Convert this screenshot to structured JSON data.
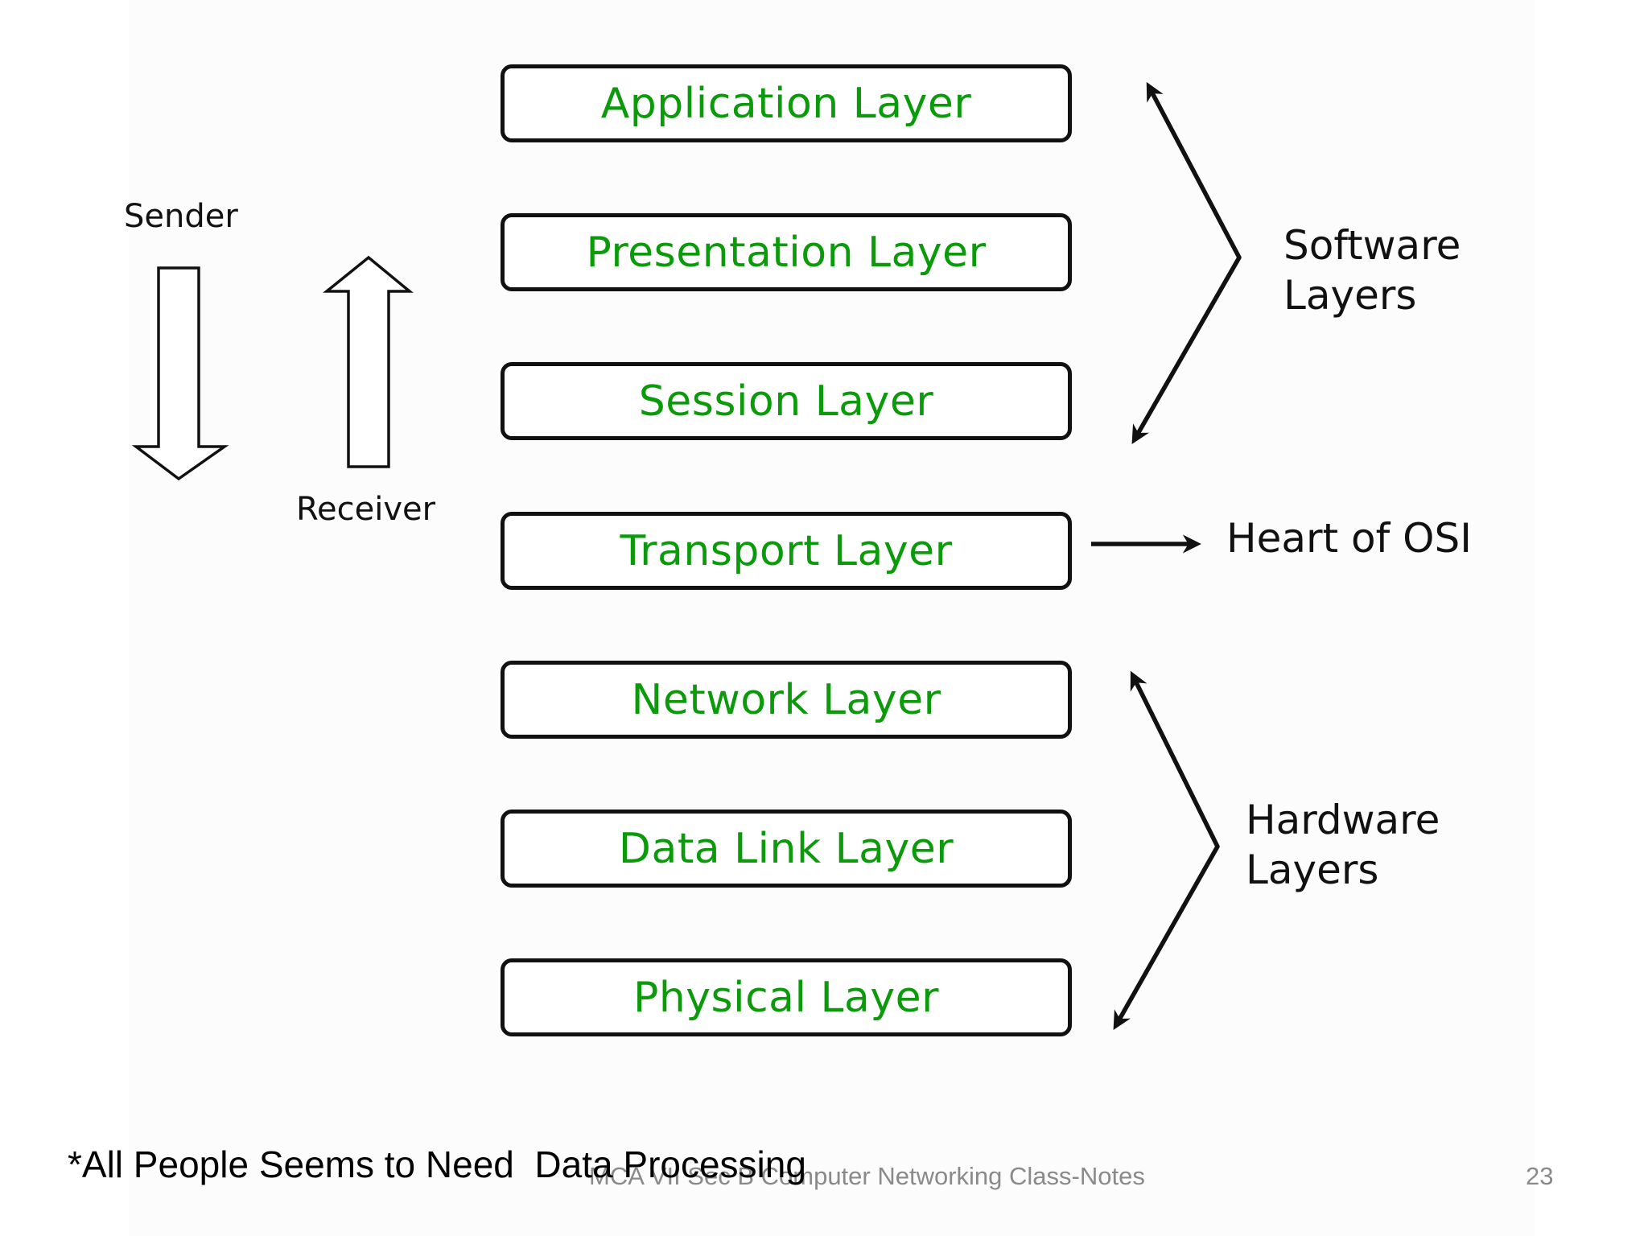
{
  "diagram": {
    "layers": [
      {
        "name": "Application Layer"
      },
      {
        "name": "Presentation Layer"
      },
      {
        "name": "Session Layer"
      },
      {
        "name": "Transport Layer"
      },
      {
        "name": "Network Layer"
      },
      {
        "name": "Data Link Layer"
      },
      {
        "name": "Physical Layer"
      }
    ],
    "sender_label": "Sender",
    "receiver_label": "Receiver",
    "software_group": {
      "line1": "Software",
      "line2": "Layers"
    },
    "transport_note": "Heart of OSI",
    "hardware_group": {
      "line1": "Hardware",
      "line2": "Layers"
    }
  },
  "footer": {
    "mnemonic": "*All People Seems to Need  Data Processing",
    "course": "MCA VII Sec B Computer Networking  Class-Notes",
    "page_number": "23"
  },
  "colors": {
    "layer_text": "#0a9a0a",
    "box_border": "#111111",
    "footer_gray": "#8a8a8a"
  },
  "icons": {
    "sender_arrow": "hollow-down-arrow",
    "receiver_arrow": "hollow-up-arrow",
    "software_bracket": "angle-double-arrow",
    "transport_pointer": "right-arrow",
    "hardware_bracket": "angle-double-arrow"
  }
}
